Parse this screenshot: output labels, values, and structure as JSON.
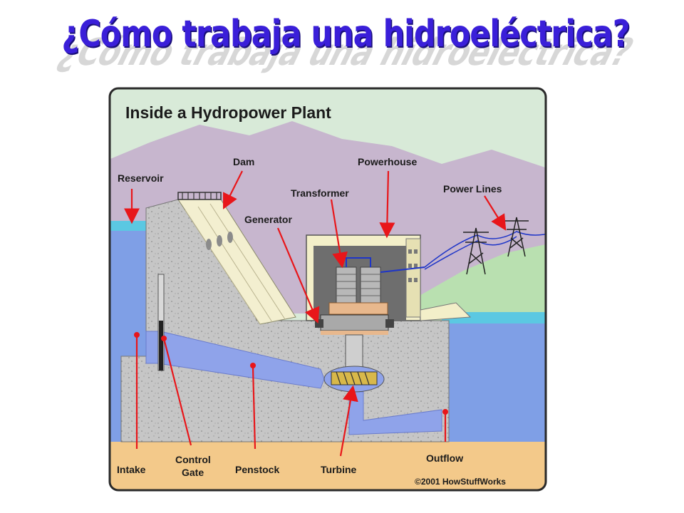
{
  "slide": {
    "title": "¿Cómo trabaja una hidroeléctrica?"
  },
  "diagram": {
    "heading": "Inside a Hydropower Plant",
    "labels": {
      "reservoir": "Reservoir",
      "dam": "Dam",
      "powerhouse": "Powerhouse",
      "transformer": "Transformer",
      "power_lines": "Power Lines",
      "generator": "Generator",
      "intake": "Intake",
      "control_gate_1": "Control",
      "control_gate_2": "Gate",
      "penstock": "Penstock",
      "turbine": "Turbine",
      "outflow": "Outflow"
    },
    "copyright": "©2001 HowStuffWorks"
  },
  "colors": {
    "title": "#3a1fd9",
    "water": "#7f9fe6",
    "water_surface": "#59c7e0",
    "concrete": "#c9c9c9",
    "ground": "#f3c98a",
    "mountain": "#c8b7cf",
    "sky": "#d8e9d9",
    "arrow": "#e8161a",
    "frame": "#2a2a2a"
  }
}
